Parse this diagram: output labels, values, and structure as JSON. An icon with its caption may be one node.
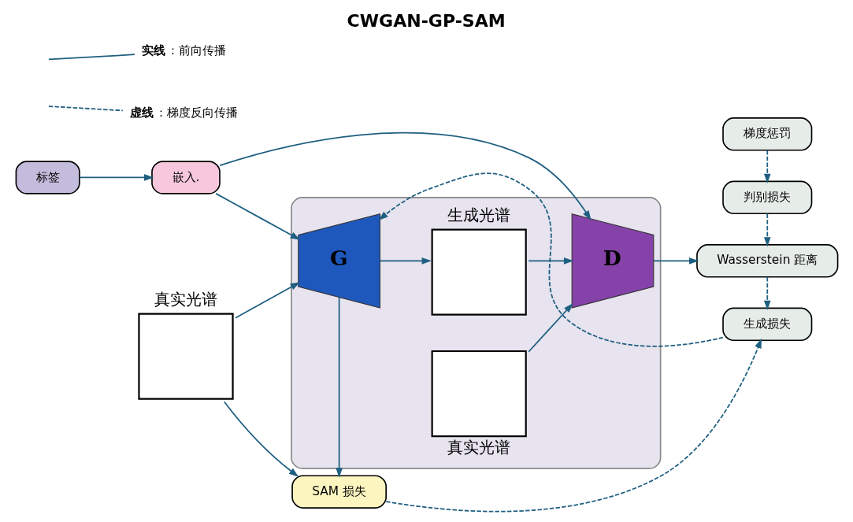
{
  "diagram": {
    "title": "CWGAN-GP-SAM",
    "nodes": [
      {
        "text": [
          "标签"
        ]
      },
      {
        "text": [
          "嵌入."
        ]
      },
      {
        "text": [
          "梯度惩罚"
        ]
      },
      {
        "text": [
          "判别损失"
        ]
      },
      {
        "text": [],
        "shape": "box"
      },
      {
        "text": [
          "真实光谱"
        ]
      },
      {
        "text": [
          "G"
        ],
        "in": 4
      },
      {
        "text": [
          "生成光谱"
        ],
        "in": 4
      },
      {
        "text": [
          "真实光谱"
        ],
        "in": 4
      },
      {
        "text": [
          "D"
        ],
        "in": 4
      },
      {
        "text": [
          "Wasserstein 距离"
        ]
      },
      {
        "text": [
          "SAM 损失"
        ]
      },
      {
        "text": [
          "生成损失"
        ]
      }
    ],
    "edges": [
      {
        "from": 0,
        "to": 1,
        "arrow": "to"
      },
      {
        "from": 1,
        "to": 6,
        "arrow": "to"
      },
      {
        "from": 1,
        "to": 9,
        "arrow": "to"
      },
      {
        "from": 2,
        "to": 3,
        "arrow": "to",
        "style": "dashed"
      },
      {
        "from": 3,
        "to": 10,
        "arrow": "to",
        "style": "dashed"
      },
      {
        "from": 5,
        "to": 6,
        "arrow": "to"
      },
      {
        "from": 6,
        "to": 7,
        "arrow": "to"
      },
      {
        "from": 7,
        "to": 9,
        "arrow": "to"
      },
      {
        "from": 8,
        "to": 9,
        "arrow": "to"
      },
      {
        "from": 9,
        "to": 10,
        "arrow": "to"
      },
      {
        "from": 10,
        "to": 12,
        "arrow": "to",
        "style": "dashed"
      },
      {
        "from": 5,
        "to": 11,
        "arrow": "to"
      },
      {
        "from": 6,
        "to": 11,
        "arrow": "to"
      },
      {
        "from": 12,
        "to": 6,
        "arrow": "to",
        "style": "dashed"
      },
      {
        "from": 11,
        "to": 12,
        "arrow": "to",
        "style": "dashed"
      }
    ],
    "legend": [
      {
        "text": "**实线**：前向传播"
      },
      {
        "text": "**虚线**：梯度反向传播"
      }
    ]
  }
}
